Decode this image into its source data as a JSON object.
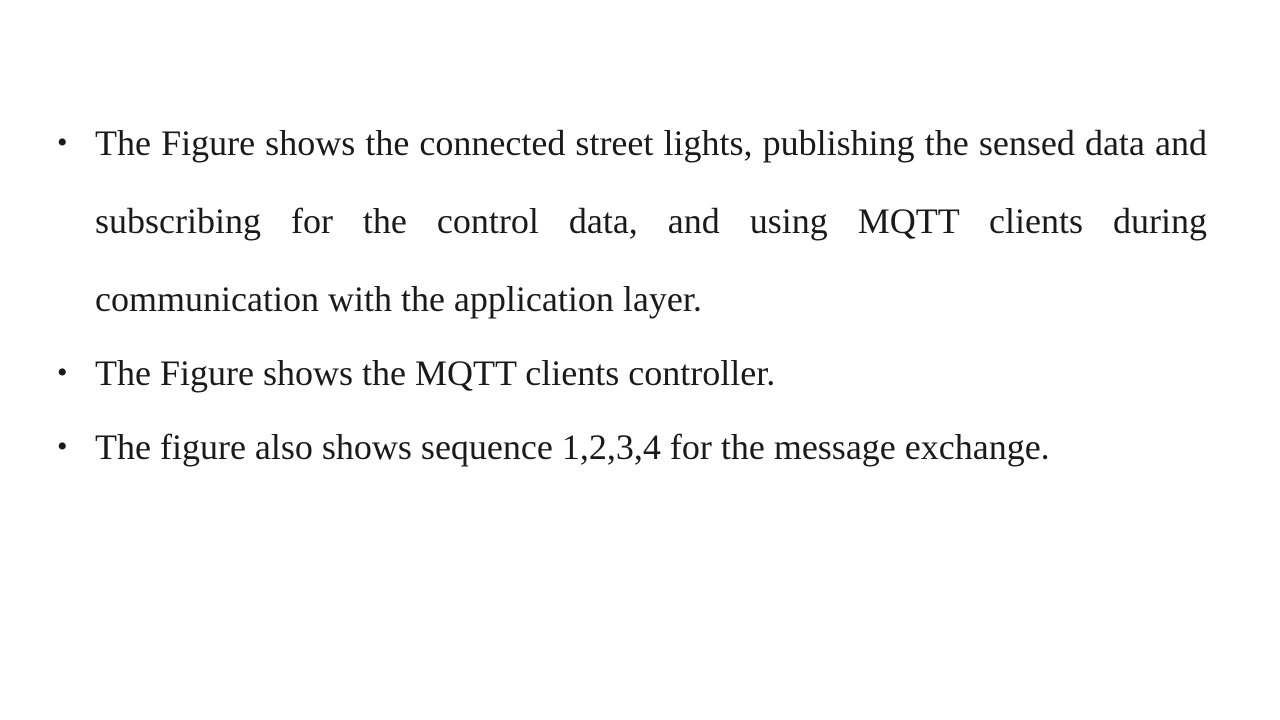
{
  "bullets": [
    {
      "text": "The Figure shows the connected street lights, publishing the sensed data and subscribing for the control data, and using MQTT clients during communication with the application layer."
    },
    {
      "text": "The Figure shows the MQTT clients controller."
    },
    {
      "text": "The figure also shows sequence 1,2,3,4 for the message exchange."
    }
  ],
  "bullet_glyph": "•"
}
